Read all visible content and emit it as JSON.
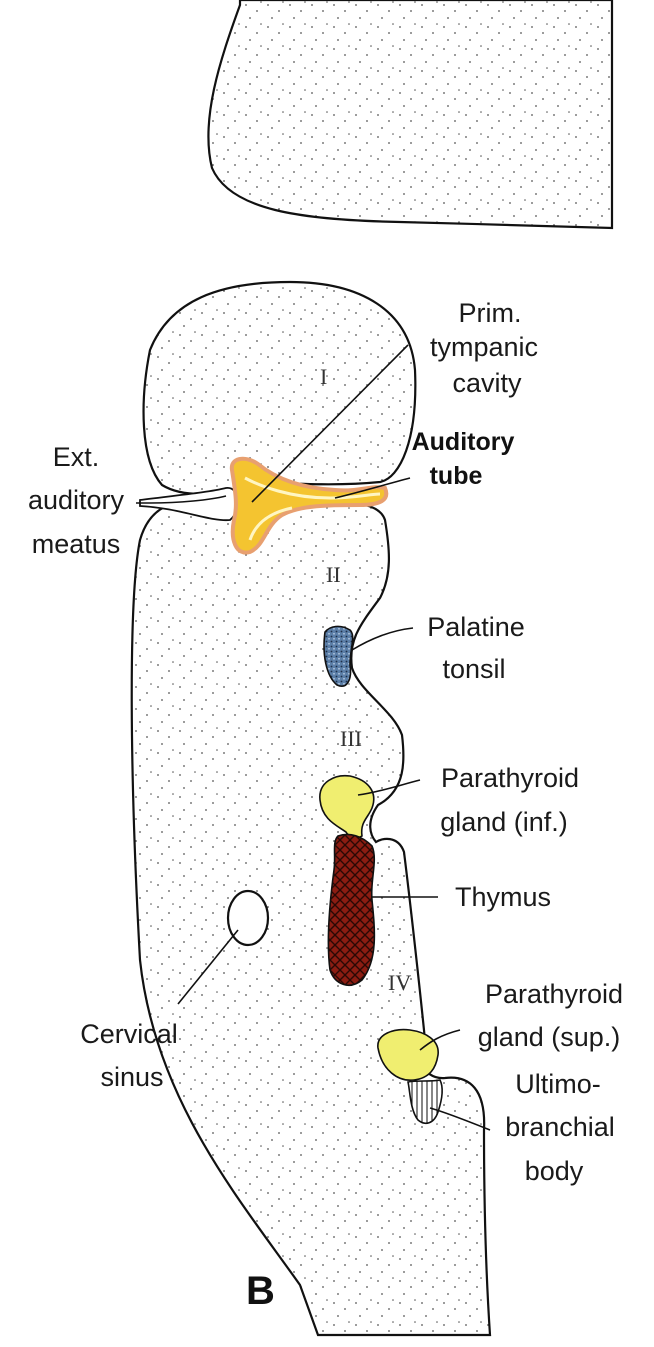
{
  "panel_letter": "B",
  "arch_numerals": {
    "arch1": "I",
    "arch2": "II",
    "arch3": "III",
    "arch4": "IV"
  },
  "labels": {
    "prim_tympanic_cavity": [
      "Prim.",
      "tympanic",
      "cavity"
    ],
    "auditory_tube": [
      "Auditory",
      "tube"
    ],
    "ext_auditory_meatus": [
      "Ext.",
      "auditory",
      "meatus"
    ],
    "palatine_tonsil": [
      "Palatine",
      "tonsil"
    ],
    "parathyroid_inf": [
      "Parathyroid",
      "gland (inf.)"
    ],
    "thymus": [
      "Thymus"
    ],
    "cervical_sinus": [
      "Cervical",
      "sinus"
    ],
    "parathyroid_sup": [
      "Parathyroid",
      "gland (sup.)"
    ],
    "ultimobranchial_body": [
      "Ultimo-",
      "branchial",
      "body"
    ]
  },
  "colors": {
    "auditory_tube": "#f4c430",
    "auditory_tube_rim": "#e8a070",
    "palatine_tonsil": "#5c7fa8",
    "parathyroid": "#f0ee70",
    "thymus": "#8b1d12",
    "outline": "#111111"
  }
}
